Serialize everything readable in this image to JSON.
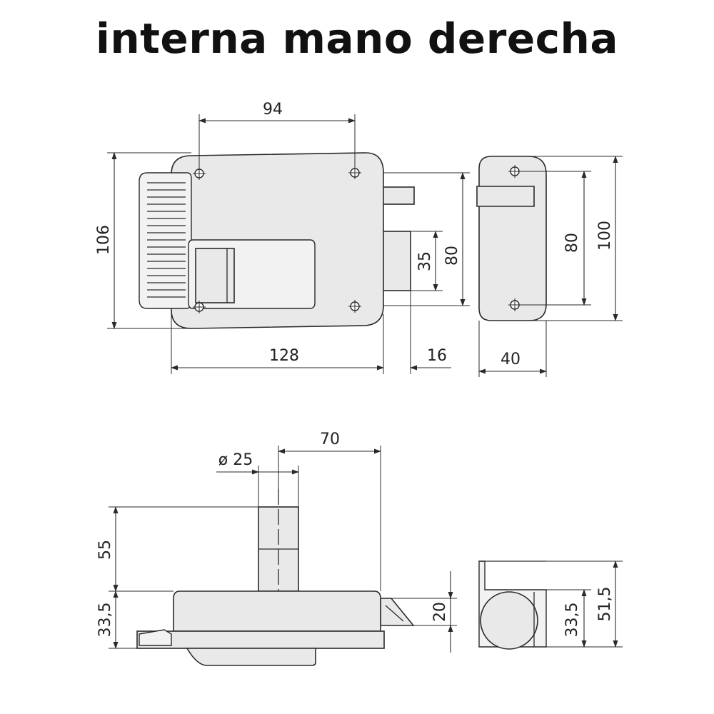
{
  "title": "interna mano derecha",
  "dimensions": {
    "front_top_width": "94",
    "front_height": "106",
    "front_bolt_height": "35",
    "front_bolt_housing_height": "80",
    "front_body_width": "128",
    "front_bolt_projection": "16",
    "side_hole_spacing": "80",
    "side_height": "100",
    "side_width": "40",
    "bottom_offset": "70",
    "bottom_cylinder_diameter": "ø 25",
    "bottom_cylinder_height": "55",
    "bottom_body_height": "33,5",
    "bottom_latch_height": "20",
    "end_body_height": "33,5",
    "end_total_height": "51,5"
  },
  "colors": {
    "part_fill": "#e9e9e9",
    "line": "#2a2a2a"
  }
}
